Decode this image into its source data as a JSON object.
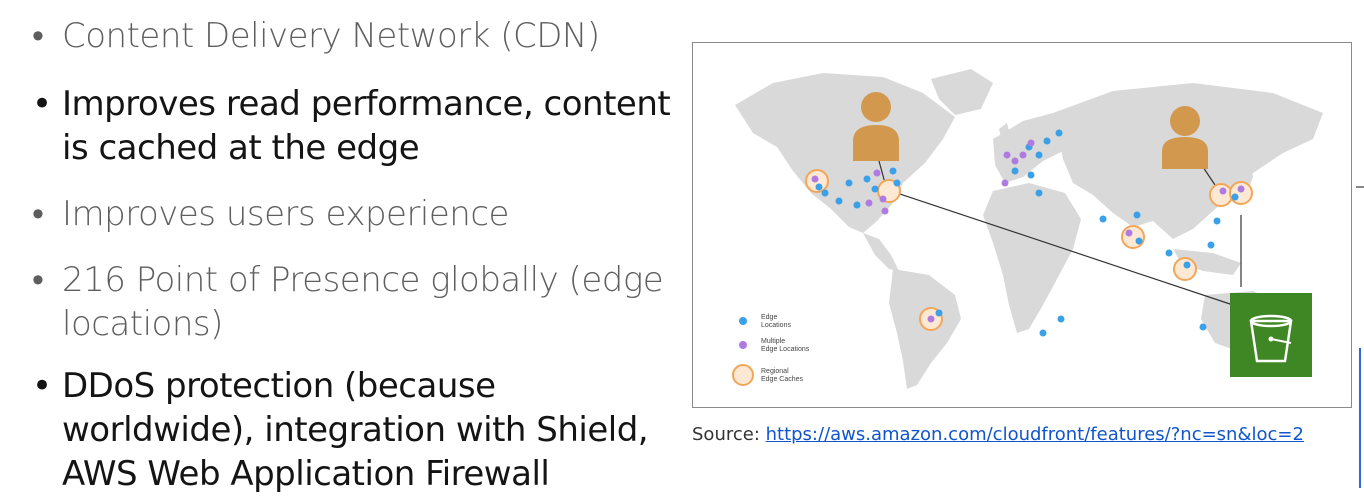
{
  "bullets": [
    {
      "text": "Content Delivery Network (CDN)",
      "dot": "•"
    },
    {
      "text": "Improves read performance, content is cached at the edge",
      "dot": "•"
    },
    {
      "text": "Improves users experience",
      "dot": "•"
    },
    {
      "text": "216 Point of Presence globally (edge locations)",
      "dot": "•"
    },
    {
      "text": "DDoS protection (because worldwide), integration with Shield, AWS Web Application Firewall",
      "dot": "•"
    }
  ],
  "map": {
    "legend": {
      "edge": "Edge Locations",
      "multiple": "Multiple Edge Locations",
      "regional": "Regional Edge Caches"
    },
    "colors": {
      "land": "#d9d9d9",
      "edge": "#3aa0e8",
      "multiple": "#b07be0",
      "regional_ring": "#f2a65a",
      "regional_fill": "#fde8d4",
      "user": "#d2994e",
      "bucket": "#3f8624"
    },
    "icons": [
      "user-icon",
      "user-icon",
      "s3-bucket-icon"
    ]
  },
  "source": {
    "prefix": "Source: ",
    "link": "https://aws.amazon.com/cloudfront/features/?nc=sn&loc=2"
  }
}
